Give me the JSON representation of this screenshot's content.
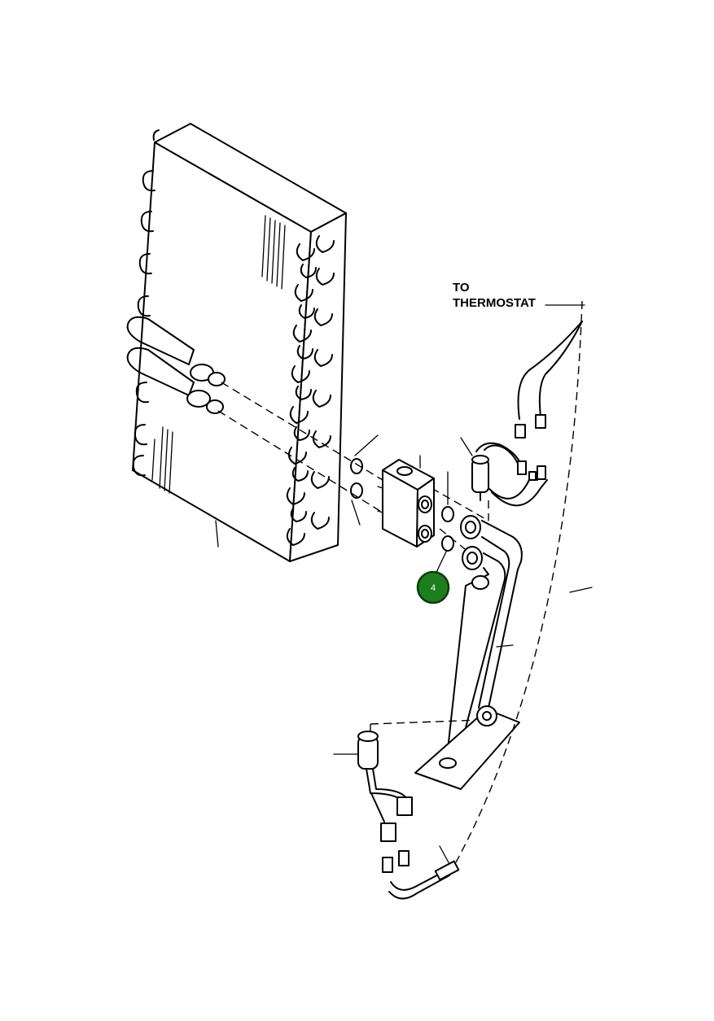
{
  "labels": {
    "to_thermostat_line1": "TO",
    "to_thermostat_line2": "THERMOSTAT"
  },
  "callouts": [
    {
      "number": "4",
      "color": "#1e7d1e"
    }
  ]
}
